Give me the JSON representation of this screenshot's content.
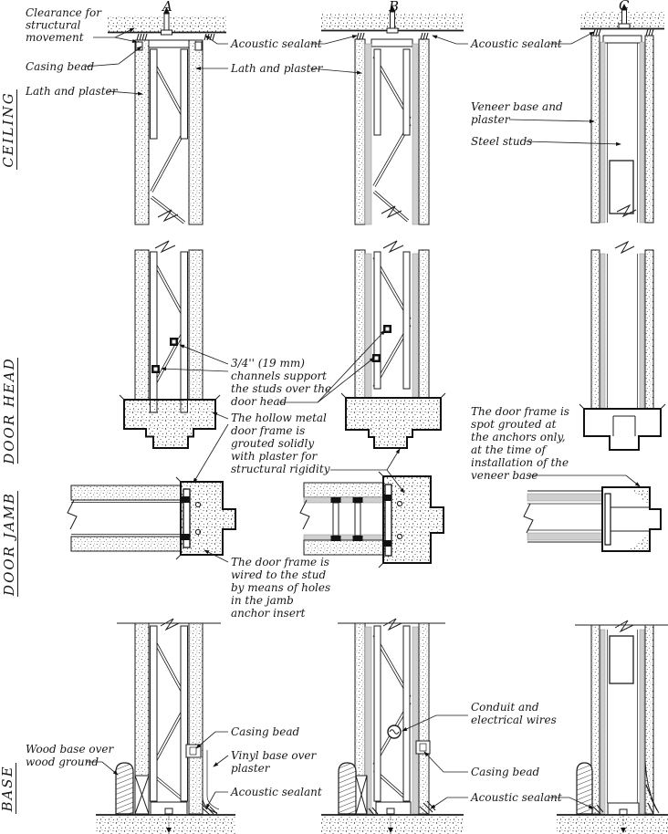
{
  "row_labels": {
    "ceiling": "CEILING",
    "door_head": "DOOR HEAD",
    "door_jamb": "DOOR JAMB",
    "base": "BASE"
  },
  "section_letters": {
    "a": "A",
    "b": "B",
    "c": "C"
  },
  "ceiling": {
    "clearance": [
      "Clearance for",
      "structural",
      "movement"
    ],
    "casing_bead": "Casing bead",
    "lath_and_plaster_a": "Lath and plaster",
    "acoustic_sealant_ab": "Acoustic sealant",
    "lath_and_plaster_b": "Lath and plaster",
    "acoustic_sealant_bc": "Acoustic sealant",
    "veneer_base": [
      "Veneer base and",
      "plaster"
    ],
    "steel_studs": "Steel studs"
  },
  "door_head": {
    "channels_note": [
      "3/4'' (19 mm)",
      "channels support",
      "the studs over the",
      "door head"
    ],
    "grout_note": [
      "The hollow metal",
      "door frame is",
      "grouted solidly",
      "with plaster for",
      "structural rigidity"
    ],
    "spot_grout_note": [
      "The door frame is",
      "spot grouted at",
      "the anchors only,",
      "at the time of",
      "installation of the",
      "veneer base"
    ]
  },
  "door_jamb": {
    "wire_note": [
      "The door frame is",
      "wired to the stud",
      "by means of holes",
      "in the jamb",
      "anchor insert"
    ]
  },
  "base": {
    "wood_base": [
      "Wood base over",
      "wood ground"
    ],
    "casing_bead_a": "Casing bead",
    "vinyl_base": [
      "Vinyl base over",
      "plaster"
    ],
    "acoustic_sealant_a": "Acoustic sealant",
    "conduit": [
      "Conduit and",
      "electrical wires"
    ],
    "casing_bead_b": "Casing bead",
    "acoustic_sealant_b": "Acoustic sealant"
  }
}
